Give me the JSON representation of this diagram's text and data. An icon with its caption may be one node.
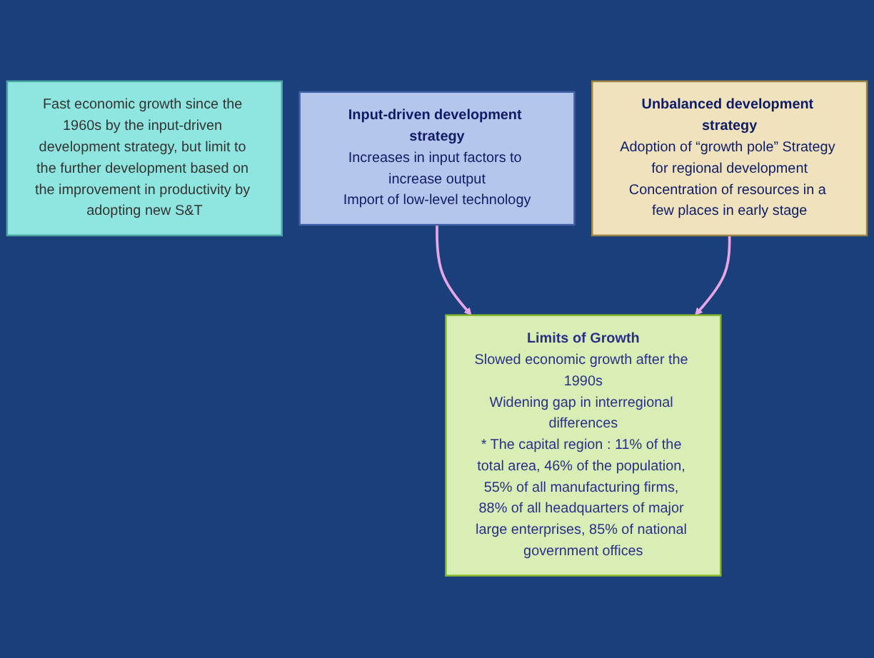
{
  "diagram": {
    "nodes": [
      {
        "text": [
          "Fast economic growth since the 1960s by the input-driven development strategy, but limit to the further development based on the improvement in productivity by adopting new S&T"
        ]
      },
      {
        "text": [
          "Input-driven development strategy",
          "Increases in input factors to increase output",
          "Import of low-level technology"
        ]
      },
      {
        "text": [
          "Unbalanced development strategy",
          "Adoption of “growth pole” Strategy for regional development",
          "Concentration of resources in a few places in early stage"
        ]
      },
      {
        "text": [
          "Limits of Growth",
          "Slowed economic growth after the 1990s",
          "Widening gap in interregional differences",
          "* The capital region : 11% of the total area, 46% of the population, 55% of all manufacturing firms, 88% of all headquarters of major large enterprises, 85% of national government offices"
        ]
      }
    ],
    "edges": [
      {
        "from": 1,
        "to": 3,
        "arrow": "to"
      },
      {
        "from": 2,
        "to": 3,
        "arrow": "to"
      }
    ]
  }
}
